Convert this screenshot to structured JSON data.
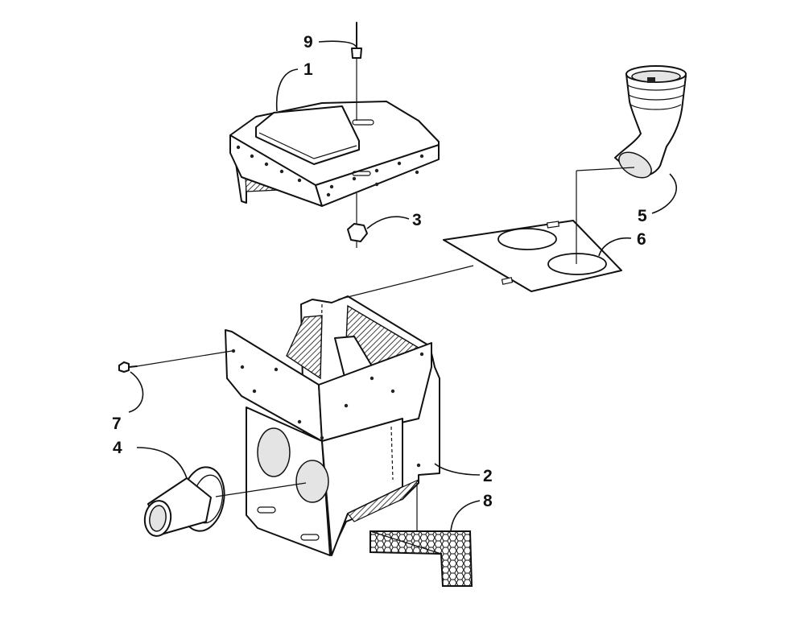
{
  "callouts": [
    {
      "id": "c1",
      "text": "1"
    },
    {
      "id": "c2",
      "text": "2"
    },
    {
      "id": "c3",
      "text": "3"
    },
    {
      "id": "c4",
      "text": "4"
    },
    {
      "id": "c5",
      "text": "5"
    },
    {
      "id": "c6",
      "text": "6"
    },
    {
      "id": "c7",
      "text": "7"
    },
    {
      "id": "c8",
      "text": "8"
    },
    {
      "id": "c9",
      "text": "9"
    }
  ]
}
